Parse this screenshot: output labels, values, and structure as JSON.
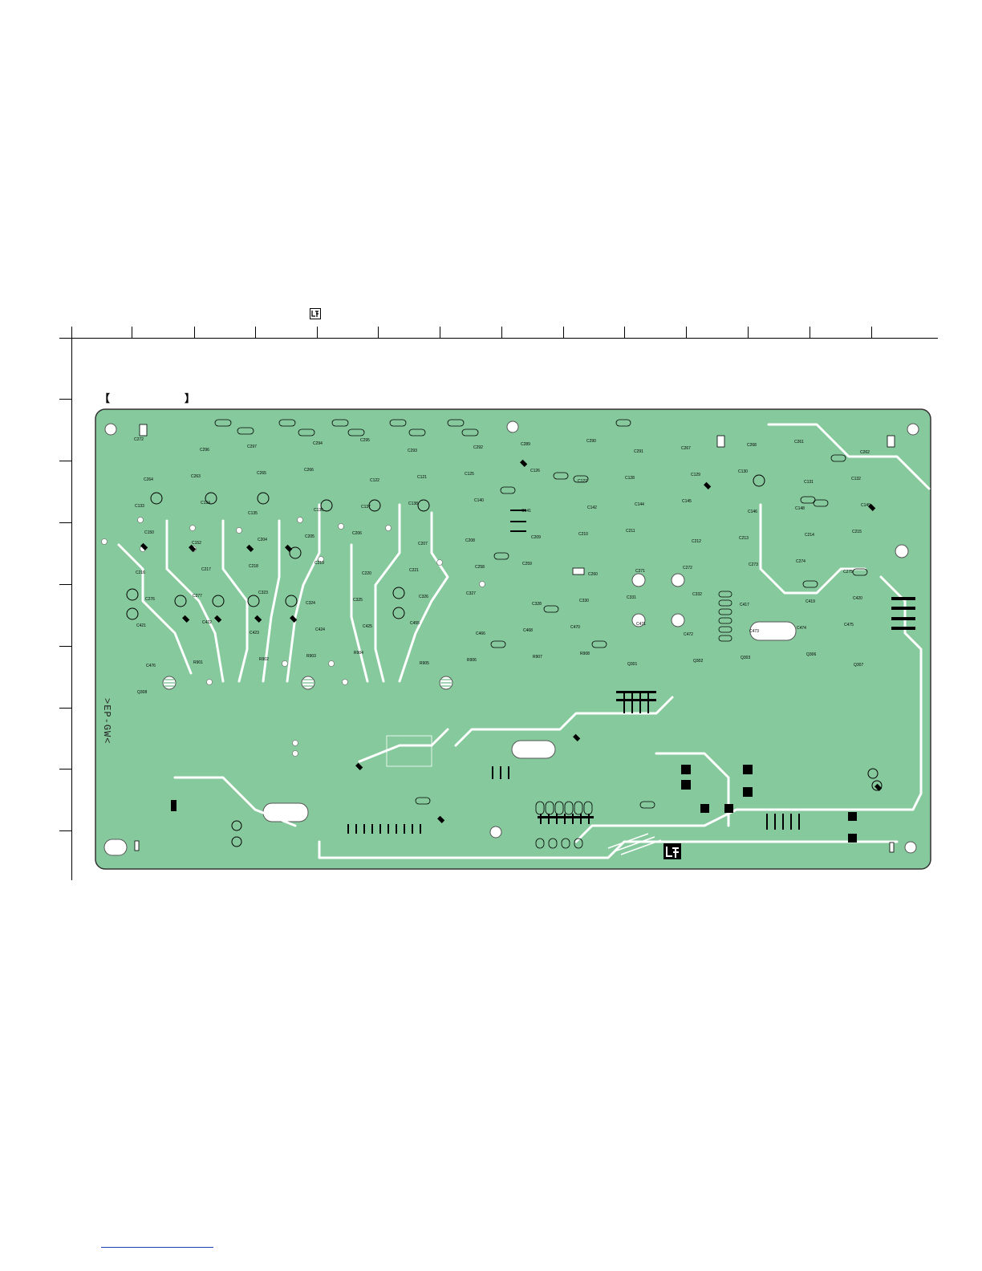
{
  "board": {
    "side_label": ">EP-GW<",
    "bracket_open": "【",
    "bracket_close": "】",
    "component_labels": [
      "C272",
      "C296",
      "C297",
      "C294",
      "C295",
      "C293",
      "C292",
      "C289",
      "C290",
      "C291",
      "C267",
      "C268",
      "C261",
      "C262",
      "C264",
      "C263",
      "C265",
      "C266",
      "C122",
      "C121",
      "C125",
      "C126",
      "C127",
      "C128",
      "C129",
      "C130",
      "C131",
      "C132",
      "C133",
      "C134",
      "C135",
      "C136",
      "C137",
      "C138",
      "C140",
      "C141",
      "C142",
      "C144",
      "C145",
      "C146",
      "C148",
      "C149",
      "C150",
      "C152",
      "C204",
      "C205",
      "C206",
      "C207",
      "C208",
      "C209",
      "C210",
      "C211",
      "C212",
      "C213",
      "C214",
      "C215",
      "C216",
      "C217",
      "C218",
      "C219",
      "C220",
      "C221",
      "C258",
      "C259",
      "C260",
      "C271",
      "C272",
      "C273",
      "C274",
      "C275",
      "C276",
      "C277",
      "C323",
      "C324",
      "C325",
      "C326",
      "C327",
      "C328",
      "C330",
      "C331",
      "C332",
      "C417",
      "C419",
      "C420",
      "C421",
      "C422",
      "C423",
      "C424",
      "C425",
      "C455",
      "C466",
      "C468",
      "C470",
      "C471",
      "C472",
      "C473",
      "C474",
      "C475",
      "C476",
      "R901",
      "R902",
      "R903",
      "R904",
      "R905",
      "R906",
      "R907",
      "R908",
      "Q301",
      "Q302",
      "Q303",
      "Q306",
      "Q307",
      "Q308"
    ]
  },
  "colors": {
    "board_fill": "#86c99d",
    "board_edge": "#333333",
    "trace": "#ffffff",
    "part": "#000000",
    "footer_link": "#1a3fb0"
  },
  "icons": [
    "lf-logo-icon"
  ]
}
